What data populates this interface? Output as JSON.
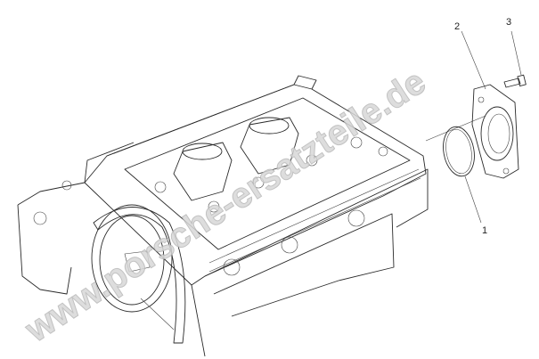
{
  "diagram": {
    "callouts": [
      {
        "label": "1",
        "part": "seal-ring"
      },
      {
        "label": "2",
        "part": "cover-flange"
      },
      {
        "label": "3",
        "part": "bolt"
      }
    ],
    "watermark": "www.porsche-ersatzteile.de",
    "colors": {
      "line": "#2a2a2a",
      "watermark": "#d8d8d8",
      "background": "#ffffff"
    }
  }
}
